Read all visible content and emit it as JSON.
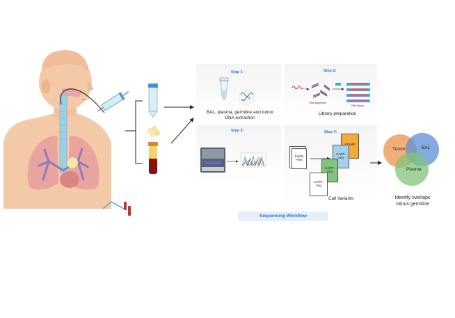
{
  "steps": [
    {
      "title": "Step 1:",
      "caption": "BAL, plasma, germline and tumor\nDNA extraction"
    },
    {
      "title": "Step 2:",
      "caption": "Library preparation",
      "labels": {
        "fragments": "DNA fragments",
        "library": "DNA library"
      }
    },
    {
      "title": "Step 3:",
      "caption": ""
    },
    {
      "title": "Step 4:",
      "caption": "Call Variants"
    }
  ],
  "files": [
    "FastQ\nFiles",
    "CAPP-\nSeq",
    "CAPP-\nSeq",
    "CAPP-\nSeq",
    "STAMP"
  ],
  "venn": {
    "sets": [
      "Tumor",
      "BAL",
      "Plasma"
    ],
    "colors": {
      "tumor": "#f0a060",
      "bal": "#5b8fd6",
      "plasma": "#7fc47a"
    },
    "caption": "Identify overlaps\nminus germline"
  },
  "workflow_label": "Sequencing Workflow",
  "colors": {
    "step_title": "#2a6fd6",
    "skin": "#f5cfae",
    "lung": "#e8a0a0"
  }
}
